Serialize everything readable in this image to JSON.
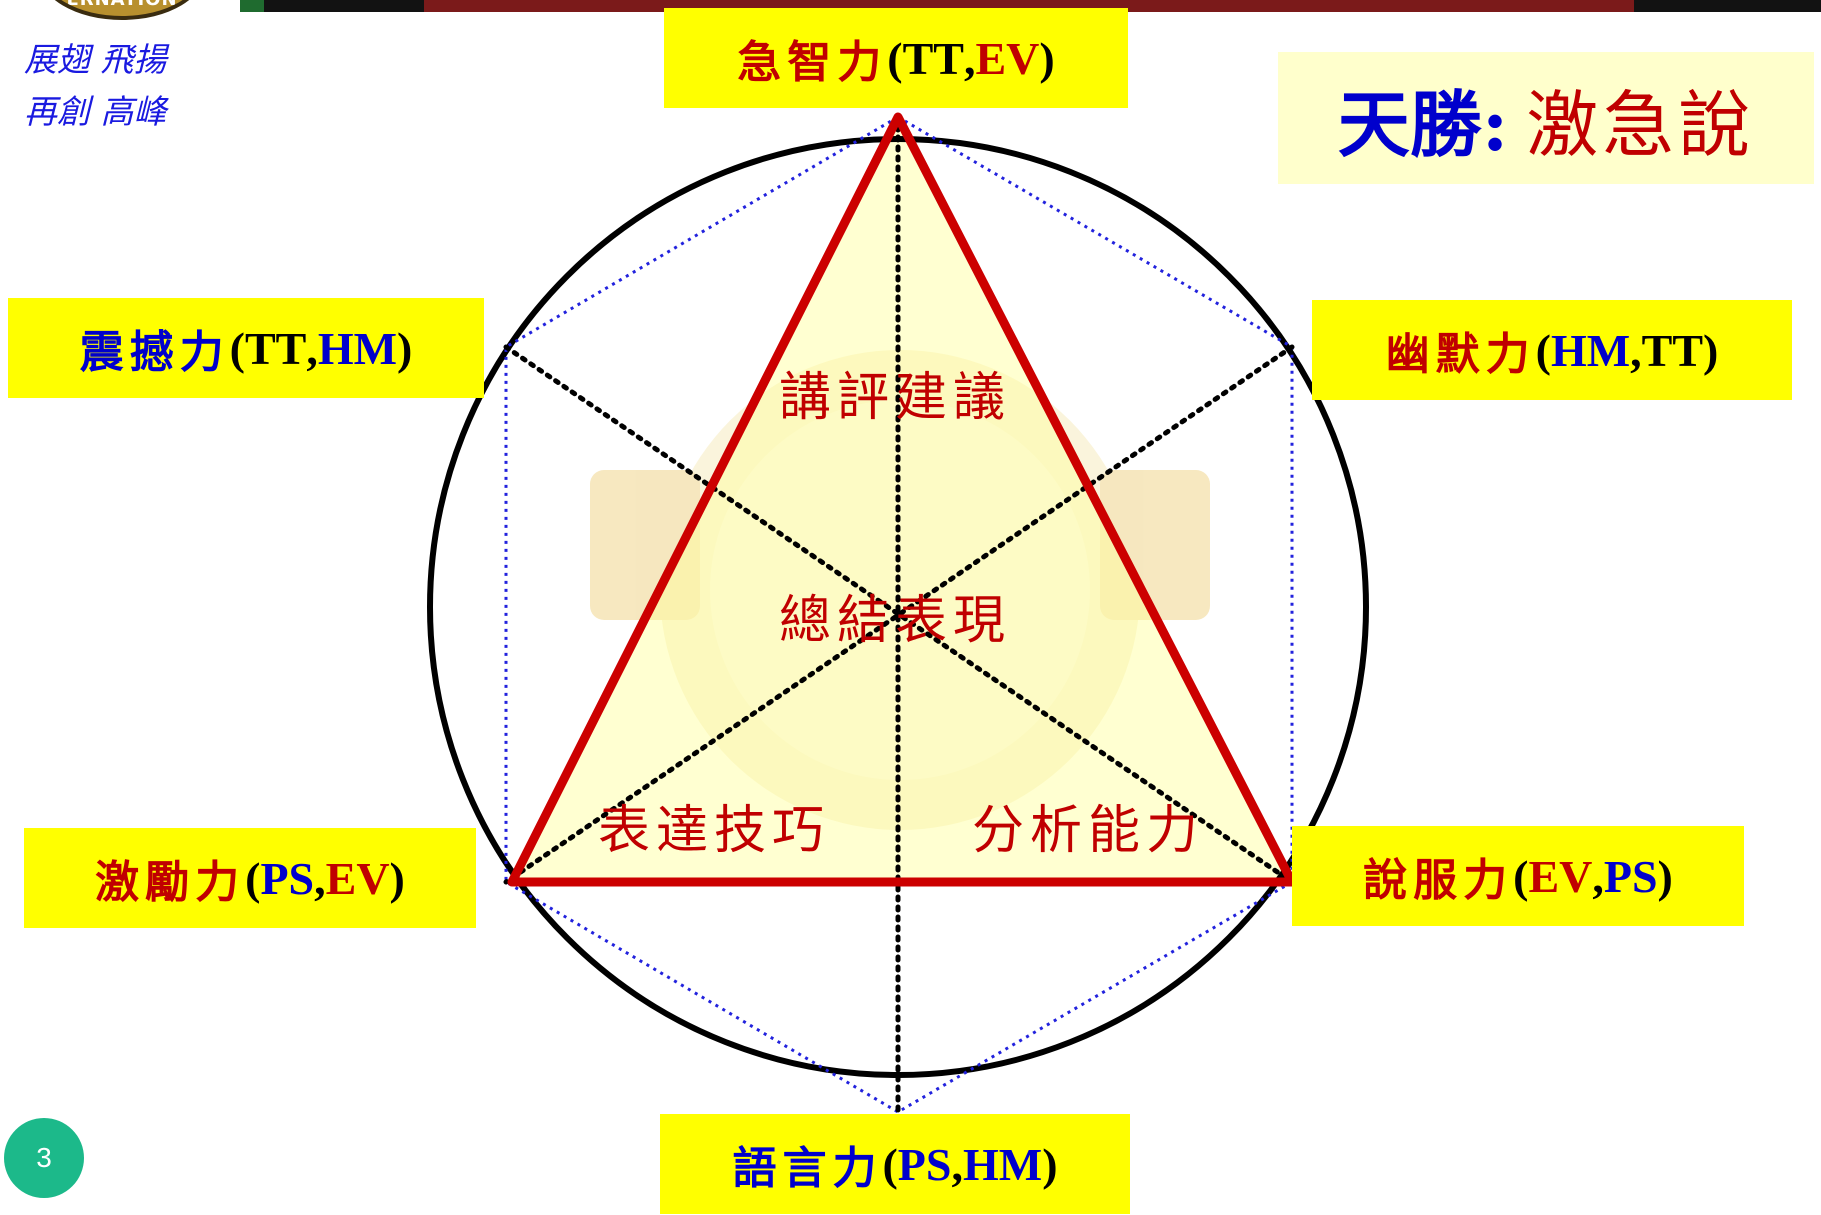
{
  "header": {
    "logo_text": "ERNATION",
    "slogan": [
      "展翅 飛揚",
      "再創 高峰"
    ],
    "bar_colors": [
      "#1f6b2f",
      "#121212",
      "#7b1a1a",
      "#121212"
    ]
  },
  "title": {
    "left": "天勝:",
    "right": "激急說",
    "left_color": "#0000cc",
    "right_color": "#c00000"
  },
  "vertices": {
    "top": {
      "cn": "急智力",
      "open": "(",
      "code1": "TT",
      "comma": ",",
      "code2": "EV",
      "close": ")"
    },
    "upper_left": {
      "cn": "震撼力",
      "open": "(",
      "code1": "TT",
      "comma": ",",
      "code2": "HM",
      "close": ")"
    },
    "upper_right": {
      "cn": "幽默力",
      "open": "(",
      "code1": "HM",
      "comma": ",",
      "code2": "TT",
      "close": ")"
    },
    "lower_left": {
      "cn": "激勵力",
      "open": "(",
      "code1": "PS",
      "comma": ",",
      "code2": "EV",
      "close": ")"
    },
    "lower_right": {
      "cn": "說服力",
      "open": "(",
      "code1": "EV",
      "comma": ",",
      "code2": "PS",
      "close": ")"
    },
    "bottom": {
      "cn": "語言力",
      "open": "(",
      "code1": "PS",
      "comma": ",",
      "code2": "HM",
      "close": ")"
    }
  },
  "inner_labels": {
    "top": "講評建議",
    "center": "總結表現",
    "left": "表達技巧",
    "right": "分析能力"
  },
  "colors": {
    "triangle": "#cc0000",
    "circle": "#000000",
    "hexagon": "#2222dd",
    "label_bg": "#ffff00",
    "title_bg": "#ffffcc",
    "page_badge": "#1cb98a"
  },
  "page_number": "3"
}
